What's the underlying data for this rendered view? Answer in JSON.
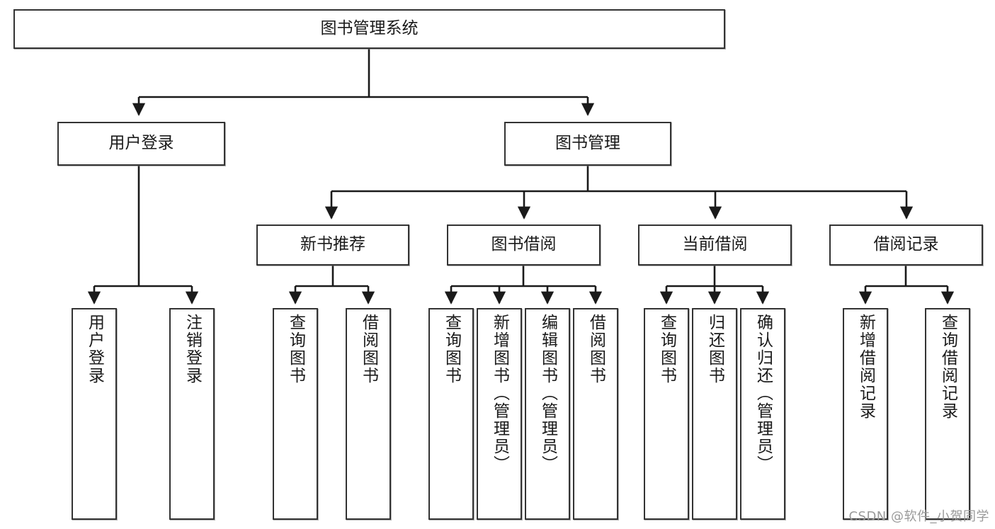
{
  "diagram": {
    "title": "图书管理系统",
    "type": "functional-structure-tree",
    "watermark": "CSDN @软件_小贺同学",
    "colors": {
      "box_border": "#333333",
      "box_fill": "#ffffff",
      "edge": "#1a1a1a",
      "watermark": "#9a9a9a",
      "background": "#ffffff"
    }
  },
  "nodes": {
    "root": {
      "label": "图书管理系统"
    },
    "level2": [
      {
        "id": "user-login",
        "label": "用户登录"
      },
      {
        "id": "book-manage",
        "label": "图书管理"
      }
    ],
    "level3": [
      {
        "id": "new-book-recommend",
        "label": "新书推荐"
      },
      {
        "id": "book-borrow",
        "label": "图书借阅"
      },
      {
        "id": "current-borrow",
        "label": "当前借阅"
      },
      {
        "id": "borrow-record",
        "label": "借阅记录"
      }
    ],
    "leaves": {
      "user-login": [
        {
          "id": "leaf-user-login",
          "label": "用户登录"
        },
        {
          "id": "leaf-user-logout",
          "label": "注销登录"
        }
      ],
      "new-book-recommend": [
        {
          "id": "leaf-query-book-1",
          "label": "查询图书"
        },
        {
          "id": "leaf-borrow-book-1",
          "label": "借阅图书"
        }
      ],
      "book-borrow": [
        {
          "id": "leaf-query-book-2",
          "label": "查询图书"
        },
        {
          "id": "leaf-add-book",
          "label": "新增图书（管理员）"
        },
        {
          "id": "leaf-edit-book",
          "label": "编辑图书（管理员）"
        },
        {
          "id": "leaf-borrow-book-2",
          "label": "借阅图书"
        }
      ],
      "current-borrow": [
        {
          "id": "leaf-query-book-3",
          "label": "查询图书"
        },
        {
          "id": "leaf-return-book",
          "label": "归还图书"
        },
        {
          "id": "leaf-confirm-return",
          "label": "确认归还（管理员）"
        }
      ],
      "borrow-record": [
        {
          "id": "leaf-add-record",
          "label": "新增借阅记录"
        },
        {
          "id": "leaf-query-record",
          "label": "查询借阅记录"
        }
      ]
    }
  }
}
